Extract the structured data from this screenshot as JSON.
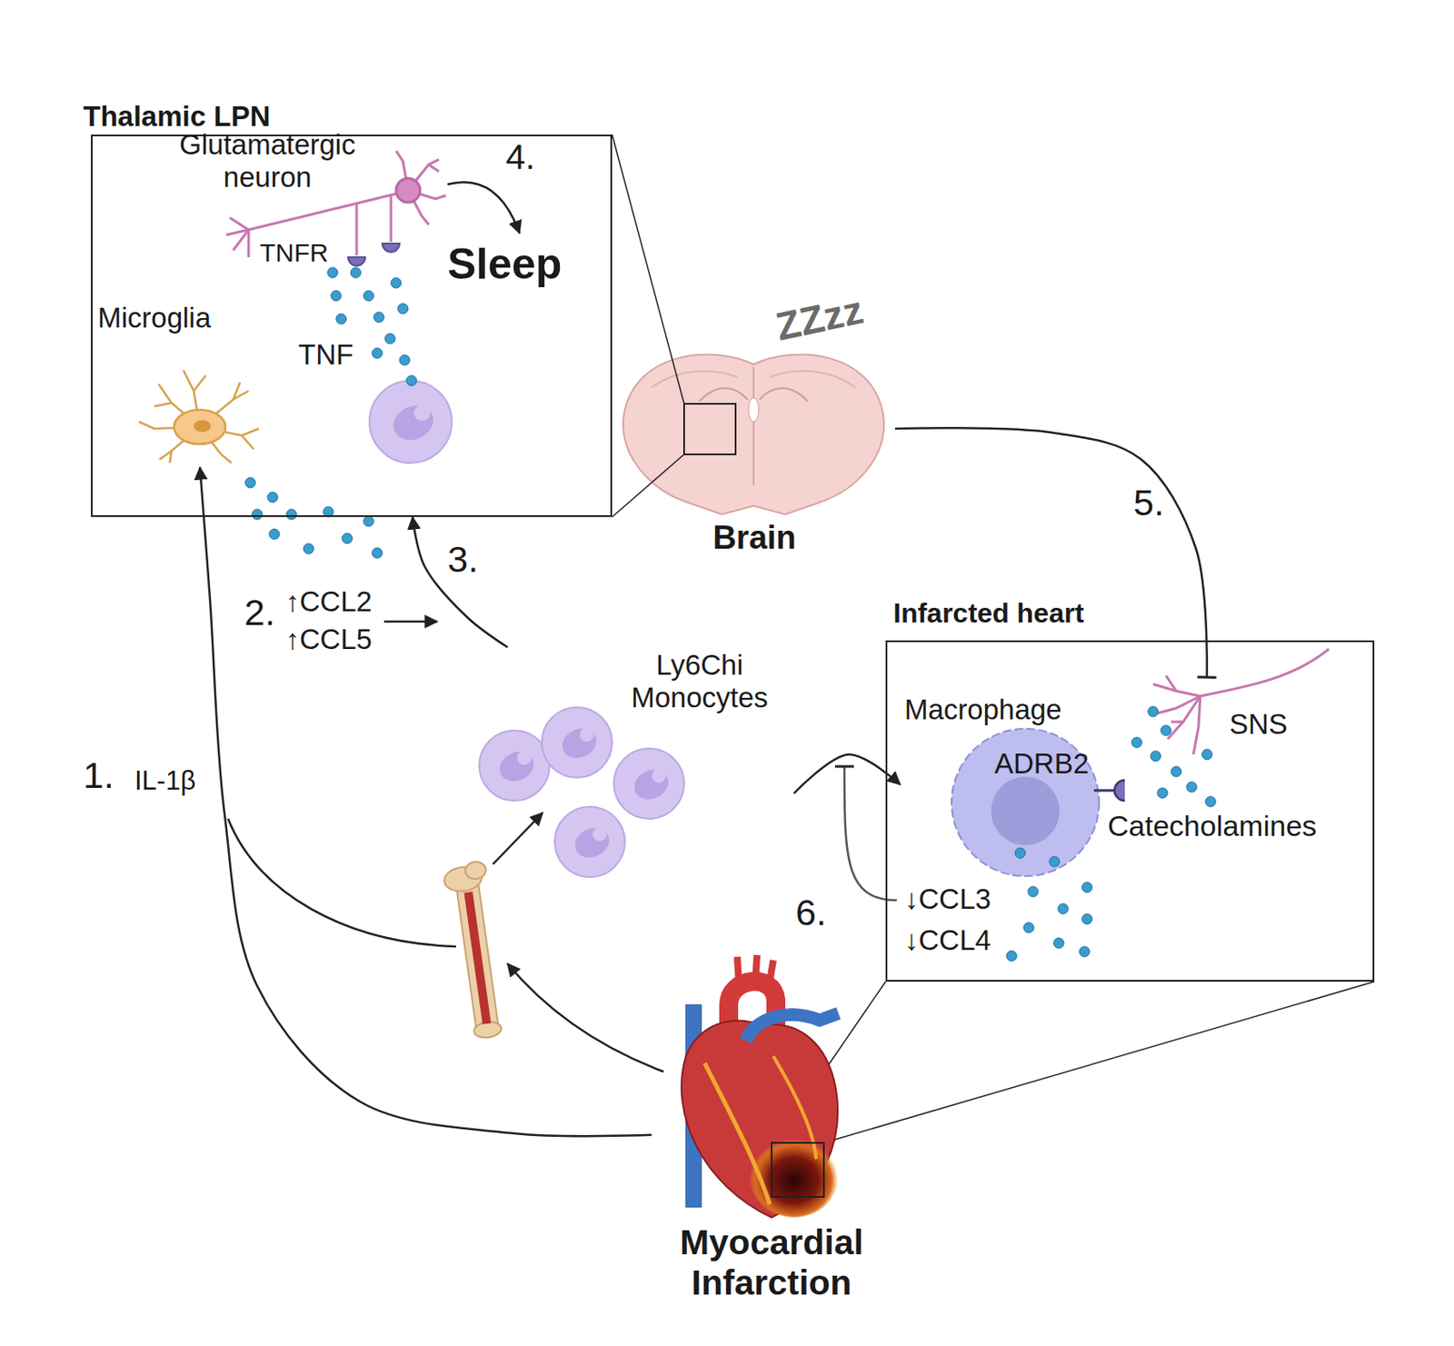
{
  "diagram": {
    "nodes": [
      {
        "text": [
          "Thalamic LPN"
        ]
      },
      {
        "text": [
          "Microglia"
        ],
        "in": 0
      },
      {
        "text": [
          "Brain"
        ]
      },
      {
        "text": [
          "Ly6Chi Monocytes"
        ]
      },
      {
        "text": [
          "Infarcted heart"
        ]
      },
      {
        "text": [
          "Macrophage"
        ],
        "in": 4
      },
      {
        "text": [
          "SNS"
        ],
        "in": 4
      },
      {
        "text": [
          "Myocardial Infarction"
        ]
      }
    ],
    "edges": [
      {
        "from": 7,
        "to": 1,
        "arrow": "to"
      },
      {
        "from": 3,
        "to": 0,
        "arrow": "to"
      },
      {
        "from": 3,
        "to": 5,
        "arrow": "to"
      },
      {
        "from": 2,
        "to": 6,
        "arrow": "to"
      }
    ],
    "labels": [
      "Glutamatergic neuron",
      "TNFR",
      "Sleep",
      "4.",
      "TNF",
      "ZZzz",
      "1.",
      "IL-1β",
      "2.",
      "↑CCL2",
      "↑CCL5",
      "3.",
      "5.",
      "ADRB2",
      "Catecholamines",
      "↓CCL3",
      "↓CCL4",
      "6."
    ]
  }
}
